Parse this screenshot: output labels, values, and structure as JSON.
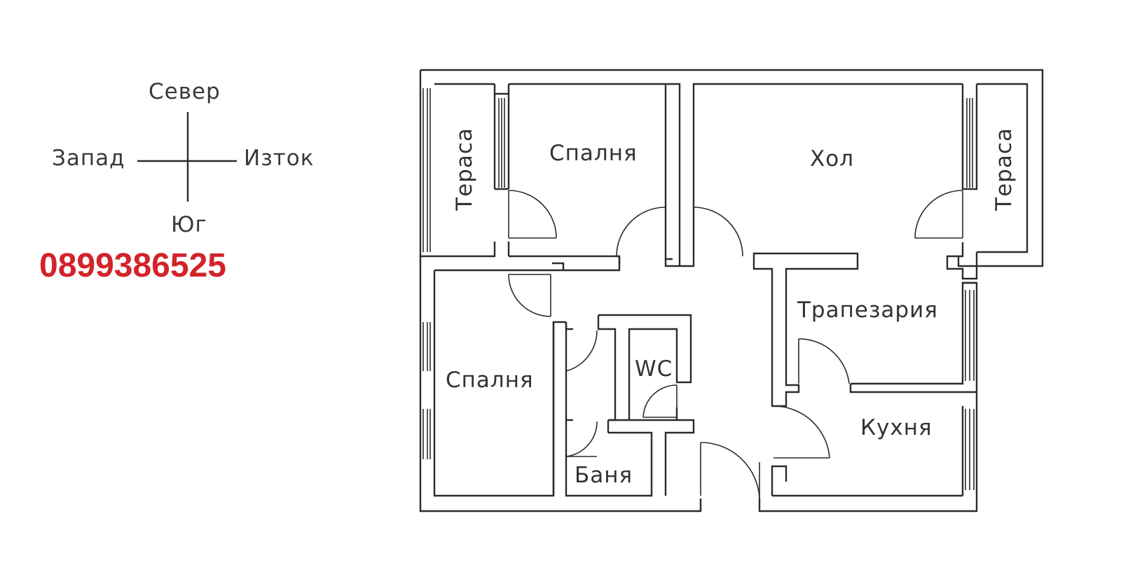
{
  "compass": {
    "north": "Север",
    "west": "Запад",
    "east": "Изток",
    "south": "Юг"
  },
  "contact": {
    "phone": "0899386525",
    "color": "#d3232a"
  },
  "rooms": {
    "terrace_west": "Тераса",
    "bedroom_north": "Спалня",
    "living_room": "Хол",
    "terrace_east": "Тераса",
    "dining_room": "Трапезария",
    "bedroom_south": "Спалня",
    "wc": "WC",
    "kitchen": "Кухня",
    "bathroom": "Баня"
  },
  "colors": {
    "wall_stroke": "#2b2b2b",
    "background": "#ffffff"
  }
}
